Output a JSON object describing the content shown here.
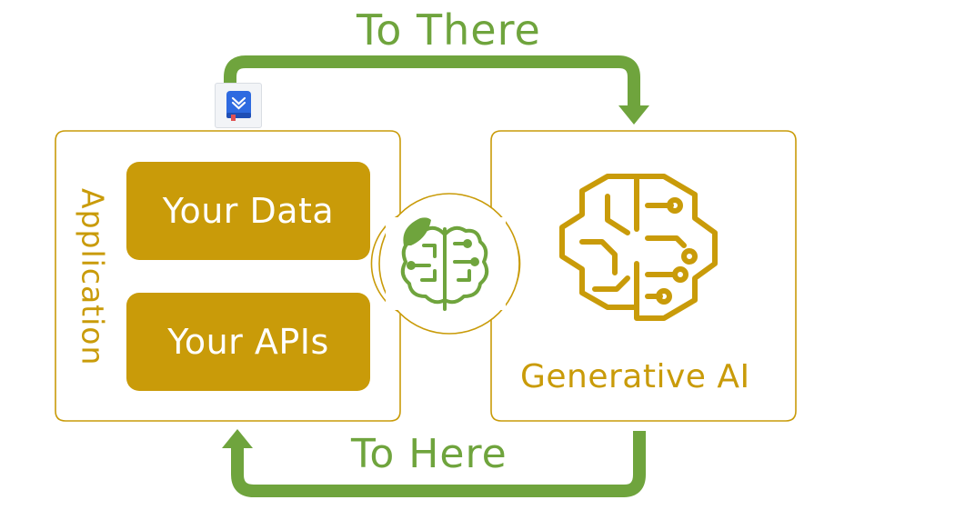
{
  "flow": {
    "top_label": "To There",
    "bottom_label": "To Here"
  },
  "application": {
    "label": "Application",
    "blocks": [
      "Your Data",
      "Your APIs"
    ]
  },
  "generative_ai": {
    "label": "Generative AI"
  },
  "icons": {
    "center": "brain-leaf-icon",
    "right": "neural-brain-icon",
    "corner": "book-app-icon"
  },
  "colors": {
    "green": "#6fa43d",
    "gold": "#c99b09",
    "blue": "#2e6ae0"
  }
}
